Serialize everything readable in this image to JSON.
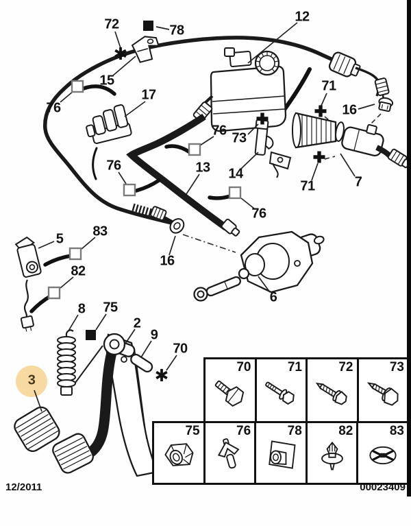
{
  "callouts": [
    "72",
    "78",
    "12",
    "15",
    "76",
    "17",
    "71",
    "16",
    "73",
    "76",
    "14",
    "13",
    "76",
    "71",
    "7",
    "76",
    "5",
    "83",
    "82",
    "16",
    "6",
    "8",
    "75",
    "2",
    "9",
    "70",
    "3"
  ],
  "highlighted_callout": {
    "label": "3",
    "circle_color": "#f7d9a2"
  },
  "parts_table": {
    "top_row": [
      {
        "number": "70",
        "icon": "hex-bolt"
      },
      {
        "number": "71",
        "icon": "stud-bolt"
      },
      {
        "number": "72",
        "icon": "self-tapping-screw"
      },
      {
        "number": "73",
        "icon": "flange-head-screw"
      }
    ],
    "bottom_row": [
      {
        "number": "75",
        "icon": "flange-nut"
      },
      {
        "number": "76",
        "icon": "expansion-clip"
      },
      {
        "number": "78",
        "icon": "grommet-clip"
      },
      {
        "number": "82",
        "icon": "push-clip"
      },
      {
        "number": "83",
        "icon": "cross-clip"
      }
    ]
  },
  "markers": {
    "white-square": "□",
    "black-square": "■",
    "star": "✶",
    "plus": "✚"
  },
  "footer": {
    "date": "12/2011",
    "doc_number": "00023409"
  },
  "colors": {
    "line": "#1a1a1a",
    "highlight": "#f7d9a2",
    "marker_square_border": "#7a7a7a",
    "background": "#ffffff"
  }
}
